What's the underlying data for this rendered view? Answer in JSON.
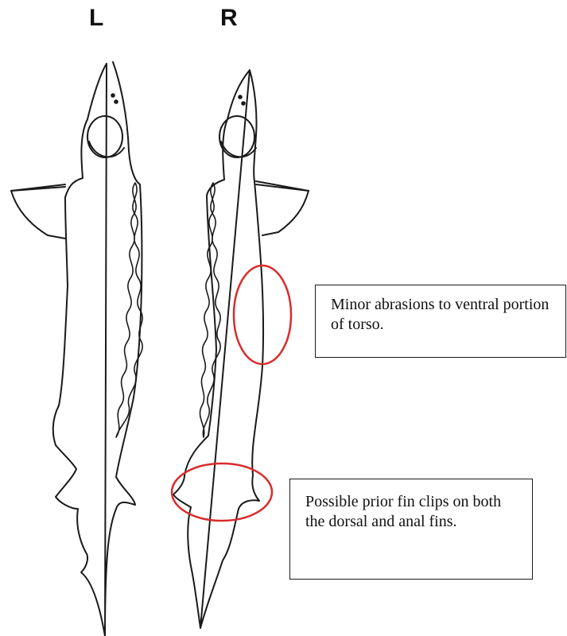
{
  "labels": {
    "left": "L",
    "right": "R"
  },
  "annotations": [
    {
      "text": "Minor abrasions to ventral portion of torso."
    },
    {
      "text": "Possible prior fin clips on both the dorsal and anal fins."
    }
  ],
  "colors": {
    "outline": "#1a1a1a",
    "highlight": "#d92b2b",
    "paper": "#ffffff"
  }
}
